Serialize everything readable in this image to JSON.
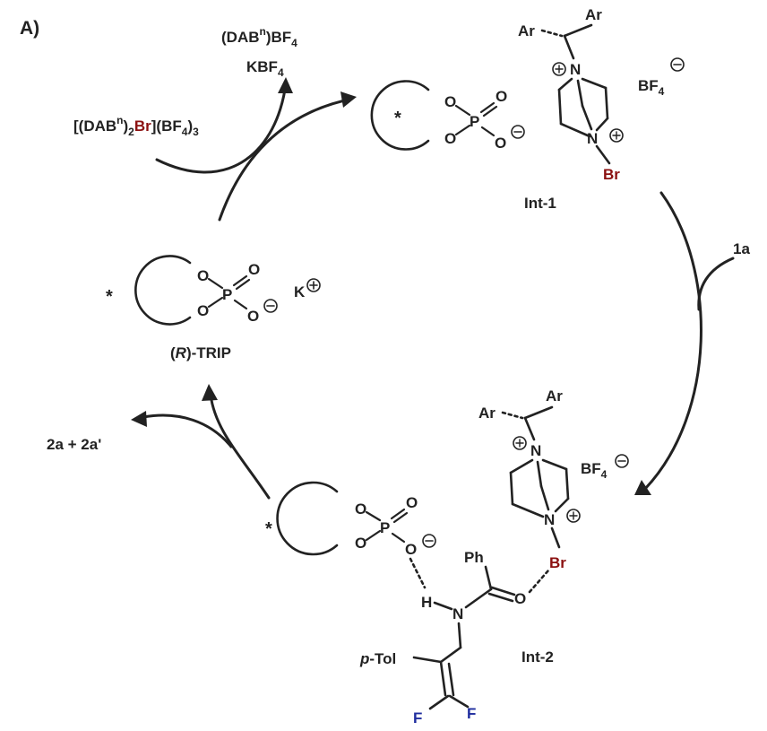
{
  "panel_label": "A)",
  "reagents": {
    "dab_bf4_main": "(DAB",
    "dab_sup": "n",
    "dab_bf4_tail": ")BF",
    "dab_bf4_sub": "4",
    "kbf4_main": "KBF",
    "kbf4_sub": "4",
    "oxidant_a": "[(DAB",
    "oxidant_sup": "n",
    "oxidant_b": ")",
    "oxidant_sub1": "2",
    "oxidant_br": "Br",
    "oxidant_c": "](BF",
    "oxidant_sub2": "4",
    "oxidant_d": ")",
    "oxidant_sub3": "3"
  },
  "substrate": "1a",
  "products": "2a + 2a'",
  "catalyst": {
    "paren_open": "(",
    "config": "R",
    "name_tail": ")-TRIP",
    "counterion": "K"
  },
  "int1": {
    "label": "Int-1",
    "ar": "Ar",
    "counter_main": "BF",
    "counter_sub": "4",
    "br": "Br"
  },
  "int2": {
    "label": "Int-2",
    "ar": "Ar",
    "counter_main": "BF",
    "counter_sub": "4",
    "br": "Br",
    "ph": "Ph",
    "h": "H",
    "n": "N",
    "o": "O",
    "tol_prefix": "p",
    "tol_tail": "-Tol",
    "f": "F"
  },
  "atoms": {
    "o": "O",
    "p": "P",
    "n": "N",
    "star": "*",
    "minus": "⊖",
    "plus": "⊕"
  },
  "colors": {
    "bromine": "#8b1010",
    "fluorine": "#1f2d9e",
    "ink": "#222222"
  }
}
